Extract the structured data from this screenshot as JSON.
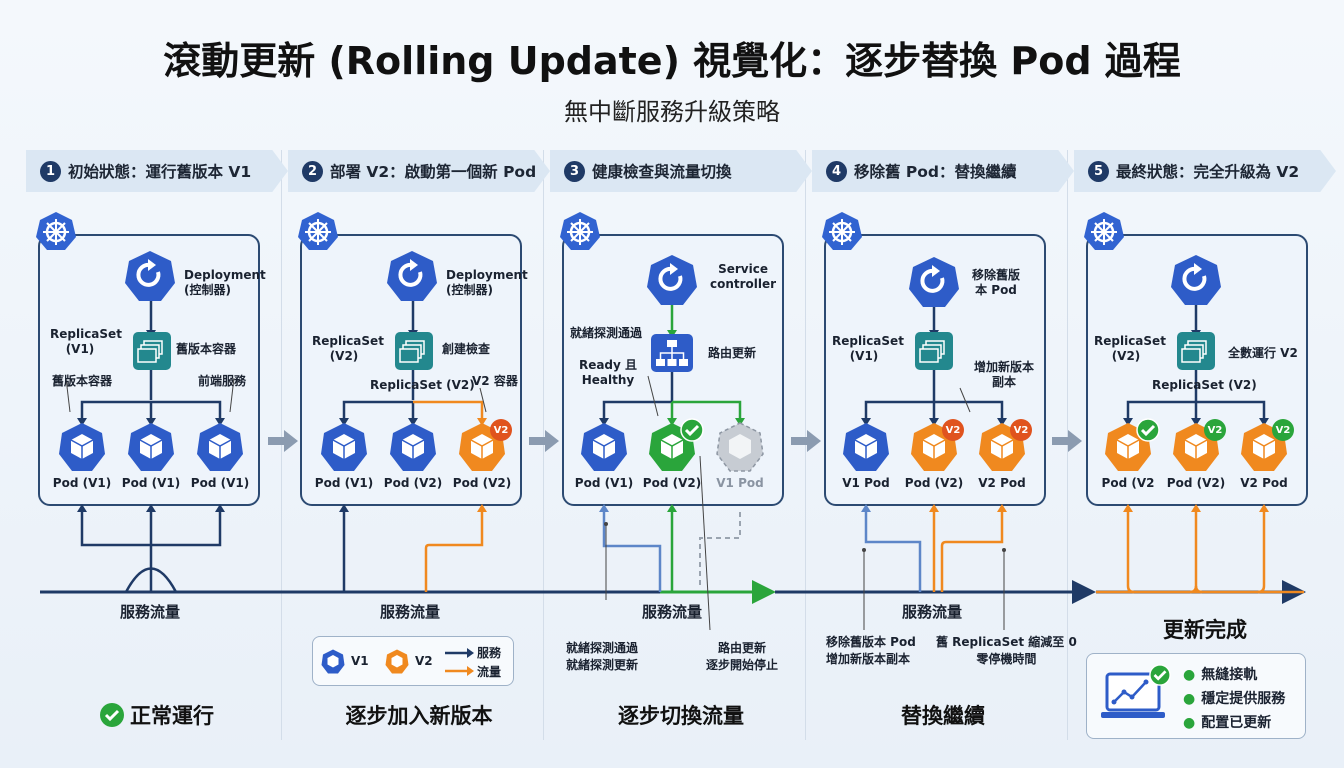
{
  "title": "滾動更新 (Rolling Update) 視覺化：逐步替換 Pod 過程",
  "subtitle": "無中斷服務升級策略",
  "colors": {
    "v1": "#2e5cc8",
    "v2": "#f0891f",
    "healthy": "#2aa53b",
    "navy": "#1f3a66",
    "teal": "#23888e"
  },
  "steps": [
    {
      "num": "1",
      "header": "初始狀態：運行舊版本 V1",
      "controller": "Deployment\n(控制器)",
      "rs_label": "ReplicaSet\n(V1)",
      "rs_side": "舊版本容器",
      "extra_left": "舊版本容器",
      "extra_right": "前端服務",
      "pods": [
        "Pod (V1)",
        "Pod (V1)",
        "Pod (V1)"
      ],
      "flow": "服務流量",
      "status": "正常運行"
    },
    {
      "num": "2",
      "header": "部署 V2：啟動第一個新 Pod",
      "controller": "Deployment\n(控制器)",
      "rs_label": "ReplicaSet\n(V2)",
      "rs_side": "創建檢查",
      "rs_below": "ReplicaSet (V2)",
      "extra_right": "V2 容器",
      "pods": [
        "Pod (V1)",
        "Pod (V2)",
        "Pod (V2)"
      ],
      "badge": "V2",
      "flow": "服務流量",
      "status": "逐步加入新版本"
    },
    {
      "num": "3",
      "header": "健康檢查與流量切換",
      "controller": "Service\ncontroller",
      "rs_label": "就緒探測通過",
      "rs_side": "路由更新",
      "ready": "Ready 且\nHealthy",
      "pods": [
        "Pod (V1)",
        "Pod (V2)",
        "V1 Pod"
      ],
      "flow": "服務流量",
      "note_left": "就緒探測通過\n就緒探測更新",
      "note_right": "路由更新\n逐步開始停止",
      "status": "逐步切換流量"
    },
    {
      "num": "4",
      "header": "移除舊 Pod：替換繼續",
      "controller": "移除舊版\n本 Pod",
      "rs_label": "ReplicaSet\n(V1)",
      "rs_side": "增加新版本\n副本",
      "pods": [
        "V1 Pod",
        "Pod (V2)",
        "V2 Pod"
      ],
      "badge": "V2",
      "flow": "服務流量",
      "note_left": "移除舊版本 Pod\n增加新版本副本",
      "note_right": "舊 ReplicaSet 縮減至 0\n零停機時間",
      "status": "替換繼續"
    },
    {
      "num": "5",
      "header": "最終狀態：完全升級為 V2",
      "rs_label": "ReplicaSet\n(V2)",
      "rs_side": "全數運行 V2",
      "rs_below": "ReplicaSet (V2)",
      "pods": [
        "Pod (V2",
        "Pod (V2)",
        "V2 Pod"
      ],
      "badge": "V2",
      "status": "更新完成",
      "summary": [
        "無縫接軌",
        "穩定提供服務",
        "配置已更新"
      ]
    }
  ],
  "legend": {
    "v1": "V1",
    "v2": "V2",
    "traffic_line1": "服務",
    "traffic_line2": "流量"
  },
  "bottom_status_1": "正常運行"
}
